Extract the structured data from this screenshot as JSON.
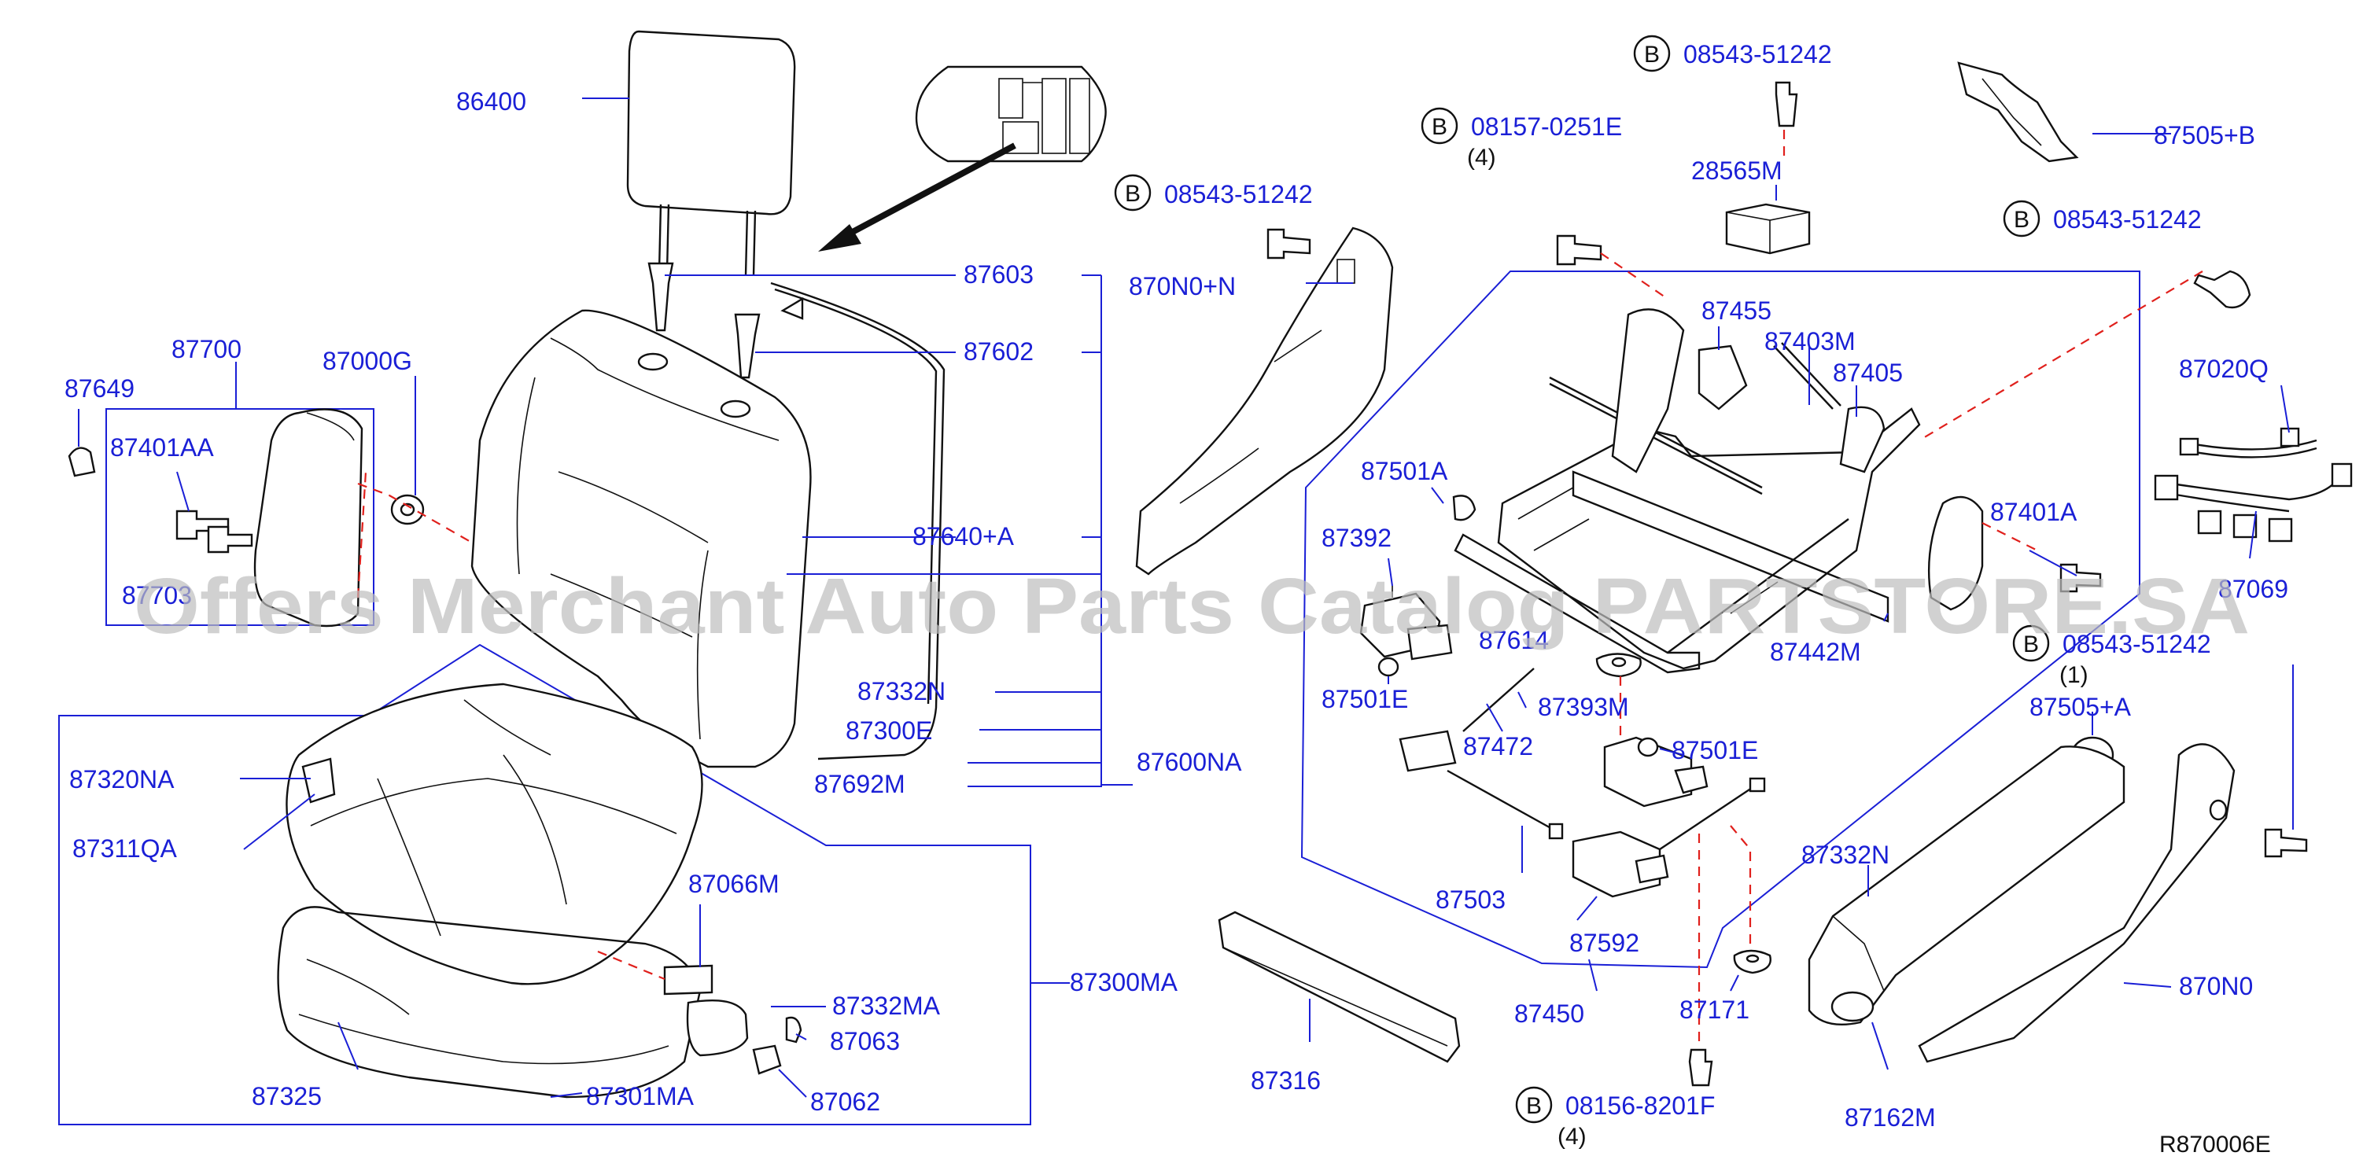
{
  "watermark": "Offers Merchant Auto Parts Catalog PARTSTORE.SA",
  "drawing_code": "R870006E",
  "parts": {
    "p86400": "86400",
    "p87603": "87603",
    "p87602": "87602",
    "p87700": "87700",
    "p87000G": "87000G",
    "p87649": "87649",
    "p87401AA": "87401AA",
    "p87703": "87703",
    "p87640A": "87640+A",
    "p870N0N": "870N0+N",
    "p87332N_a": "87332N",
    "p87300E": "87300E",
    "p87692M": "87692M",
    "p87600NA": "87600NA",
    "p87320NA": "87320NA",
    "p87311QA": "87311QA",
    "p87066M": "87066M",
    "p87332MA": "87332MA",
    "p87063": "87063",
    "p87062": "87062",
    "p87325": "87325",
    "p87301MA": "87301MA",
    "p87300MA": "87300MA",
    "p87316": "87316",
    "p28565M": "28565M",
    "p87455": "87455",
    "p87403M": "87403M",
    "p87405": "87405",
    "p87501A": "87501A",
    "p87392": "87392",
    "p87614": "87614",
    "p87501E_a": "87501E",
    "p87393M": "87393M",
    "p87501E_b": "87501E",
    "p87472": "87472",
    "p87503": "87503",
    "p87592": "87592",
    "p87450": "87450",
    "p87171": "87171",
    "p87442M": "87442M",
    "p87401A": "87401A",
    "p87505B": "87505+B",
    "p87020Q": "87020Q",
    "p87069": "87069",
    "p87505A": "87505+A",
    "p87332N_b": "87332N",
    "p870N0": "870N0",
    "p87162M": "87162M"
  },
  "bolts": {
    "b1": {
      "letter": "B",
      "code": "08543-51242",
      "qty": ""
    },
    "b2": {
      "letter": "B",
      "code": "08543-51242",
      "qty": ""
    },
    "b3": {
      "letter": "B",
      "code": "08157-0251E",
      "qty": "(4)"
    },
    "b4": {
      "letter": "B",
      "code": "08543-51242",
      "qty": ""
    },
    "b5": {
      "letter": "B",
      "code": "08543-51242",
      "qty": "(1)"
    },
    "b6": {
      "letter": "B",
      "code": "08156-8201F",
      "qty": "(4)"
    }
  }
}
